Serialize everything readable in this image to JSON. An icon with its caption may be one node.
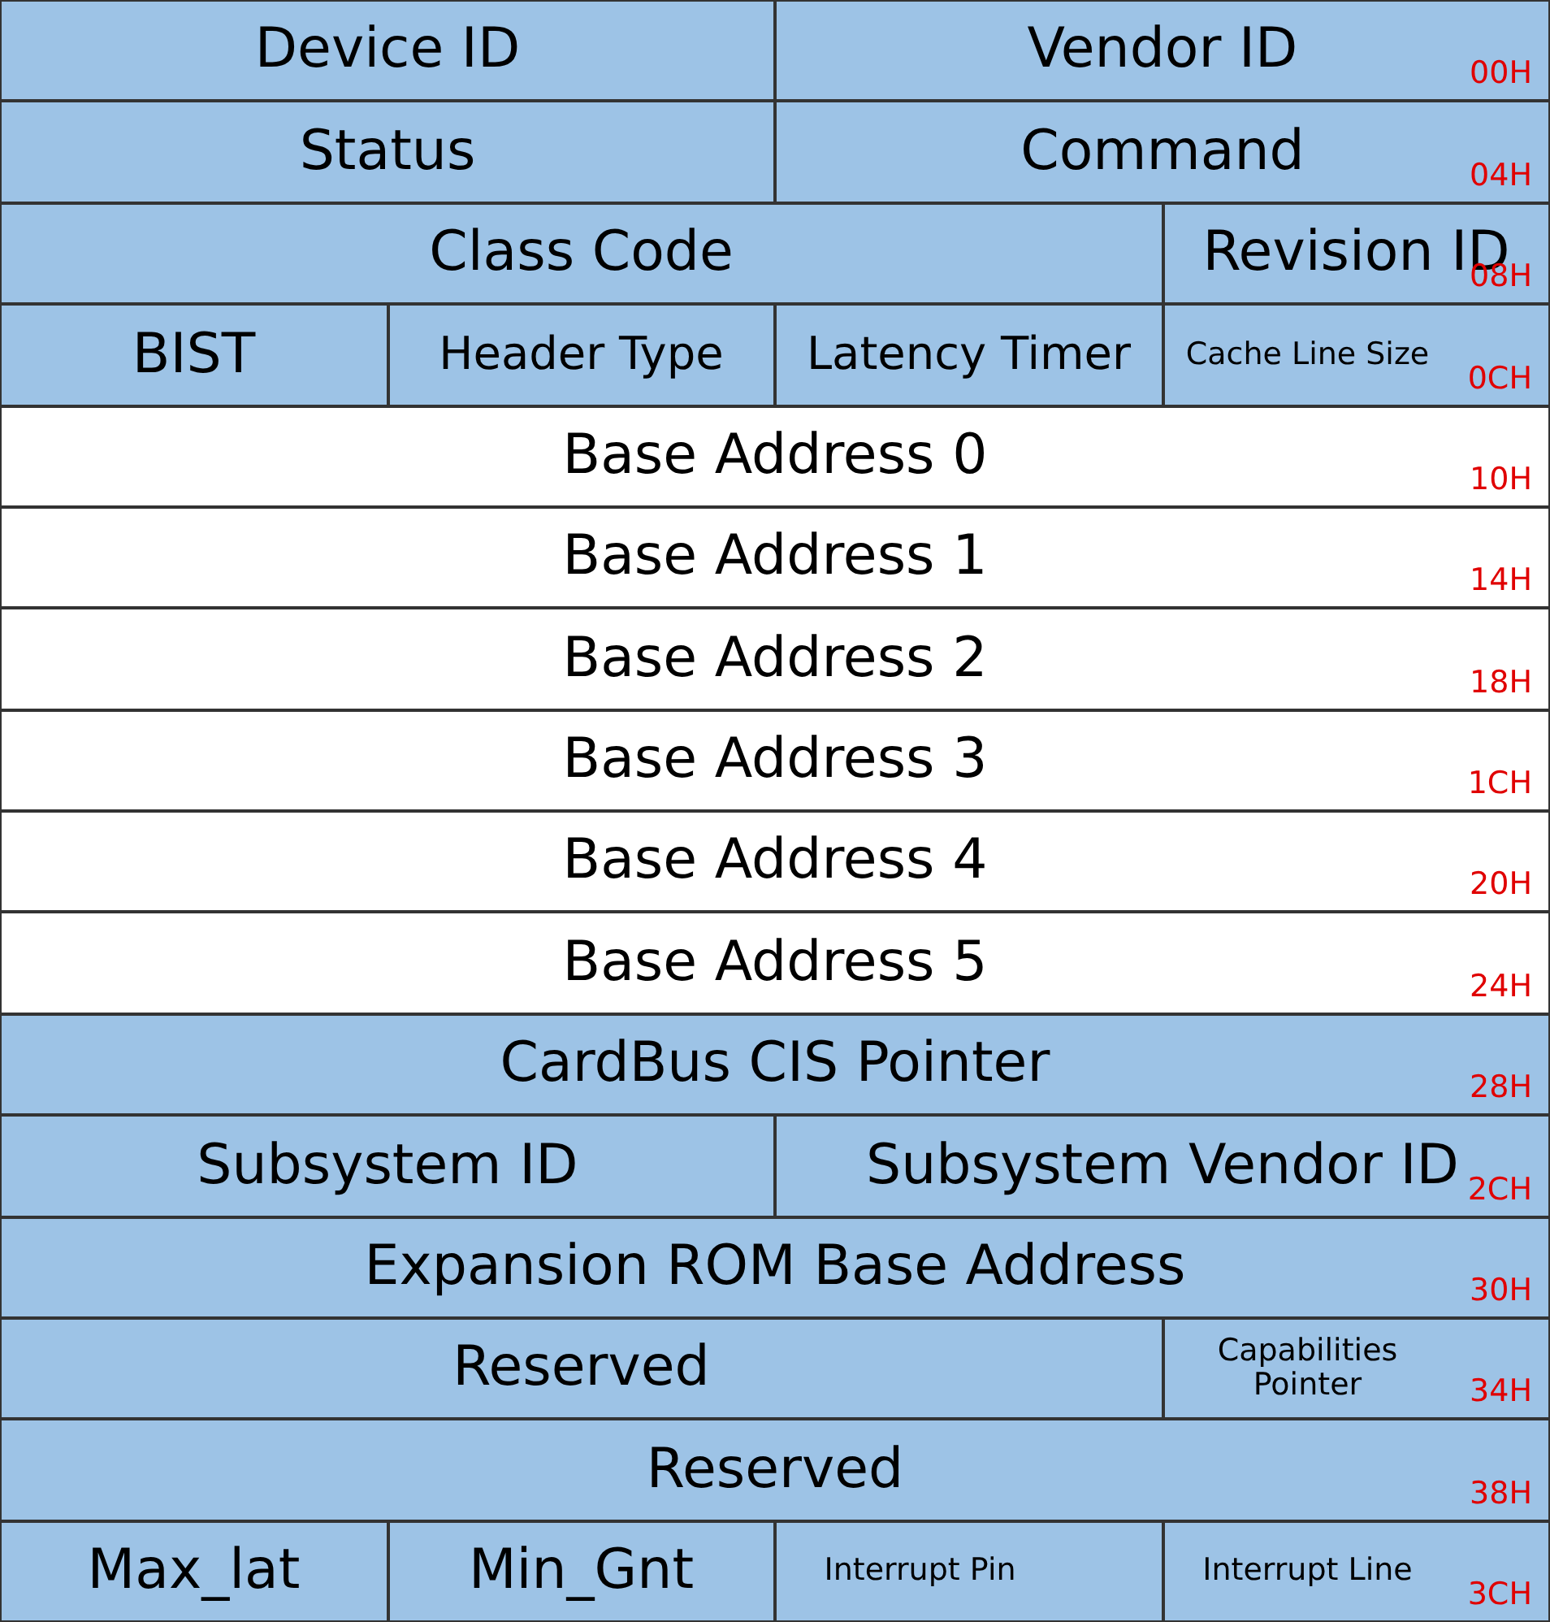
{
  "diagram": {
    "labels": [
      "Device ID",
      "Vendor ID",
      "00H",
      "Status",
      "Command",
      "04H",
      "Class Code",
      "Revision ID",
      "08H",
      "BIST",
      "Header Type",
      "Latency Timer",
      "Cache Line Size",
      "0CH",
      "Base Address 0",
      "10H",
      "Base Address 1",
      "14H",
      "Base Address 2",
      "18H",
      "Base Address 3",
      "1CH",
      "Base Address 4",
      "20H",
      "Base Address 5",
      "24H",
      "CardBus CIS Pointer",
      "28H",
      "Subsystem ID",
      "Subsystem Vendor ID",
      "2CH",
      "Expansion ROM Base Address",
      "30H",
      "Reserved",
      "Capabilities Pointer",
      "34H",
      "Reserved",
      "38H",
      "Max_lat",
      "Min_Gnt",
      "Interrupt Pin",
      "Interrupt Line",
      "3CH"
    ]
  }
}
